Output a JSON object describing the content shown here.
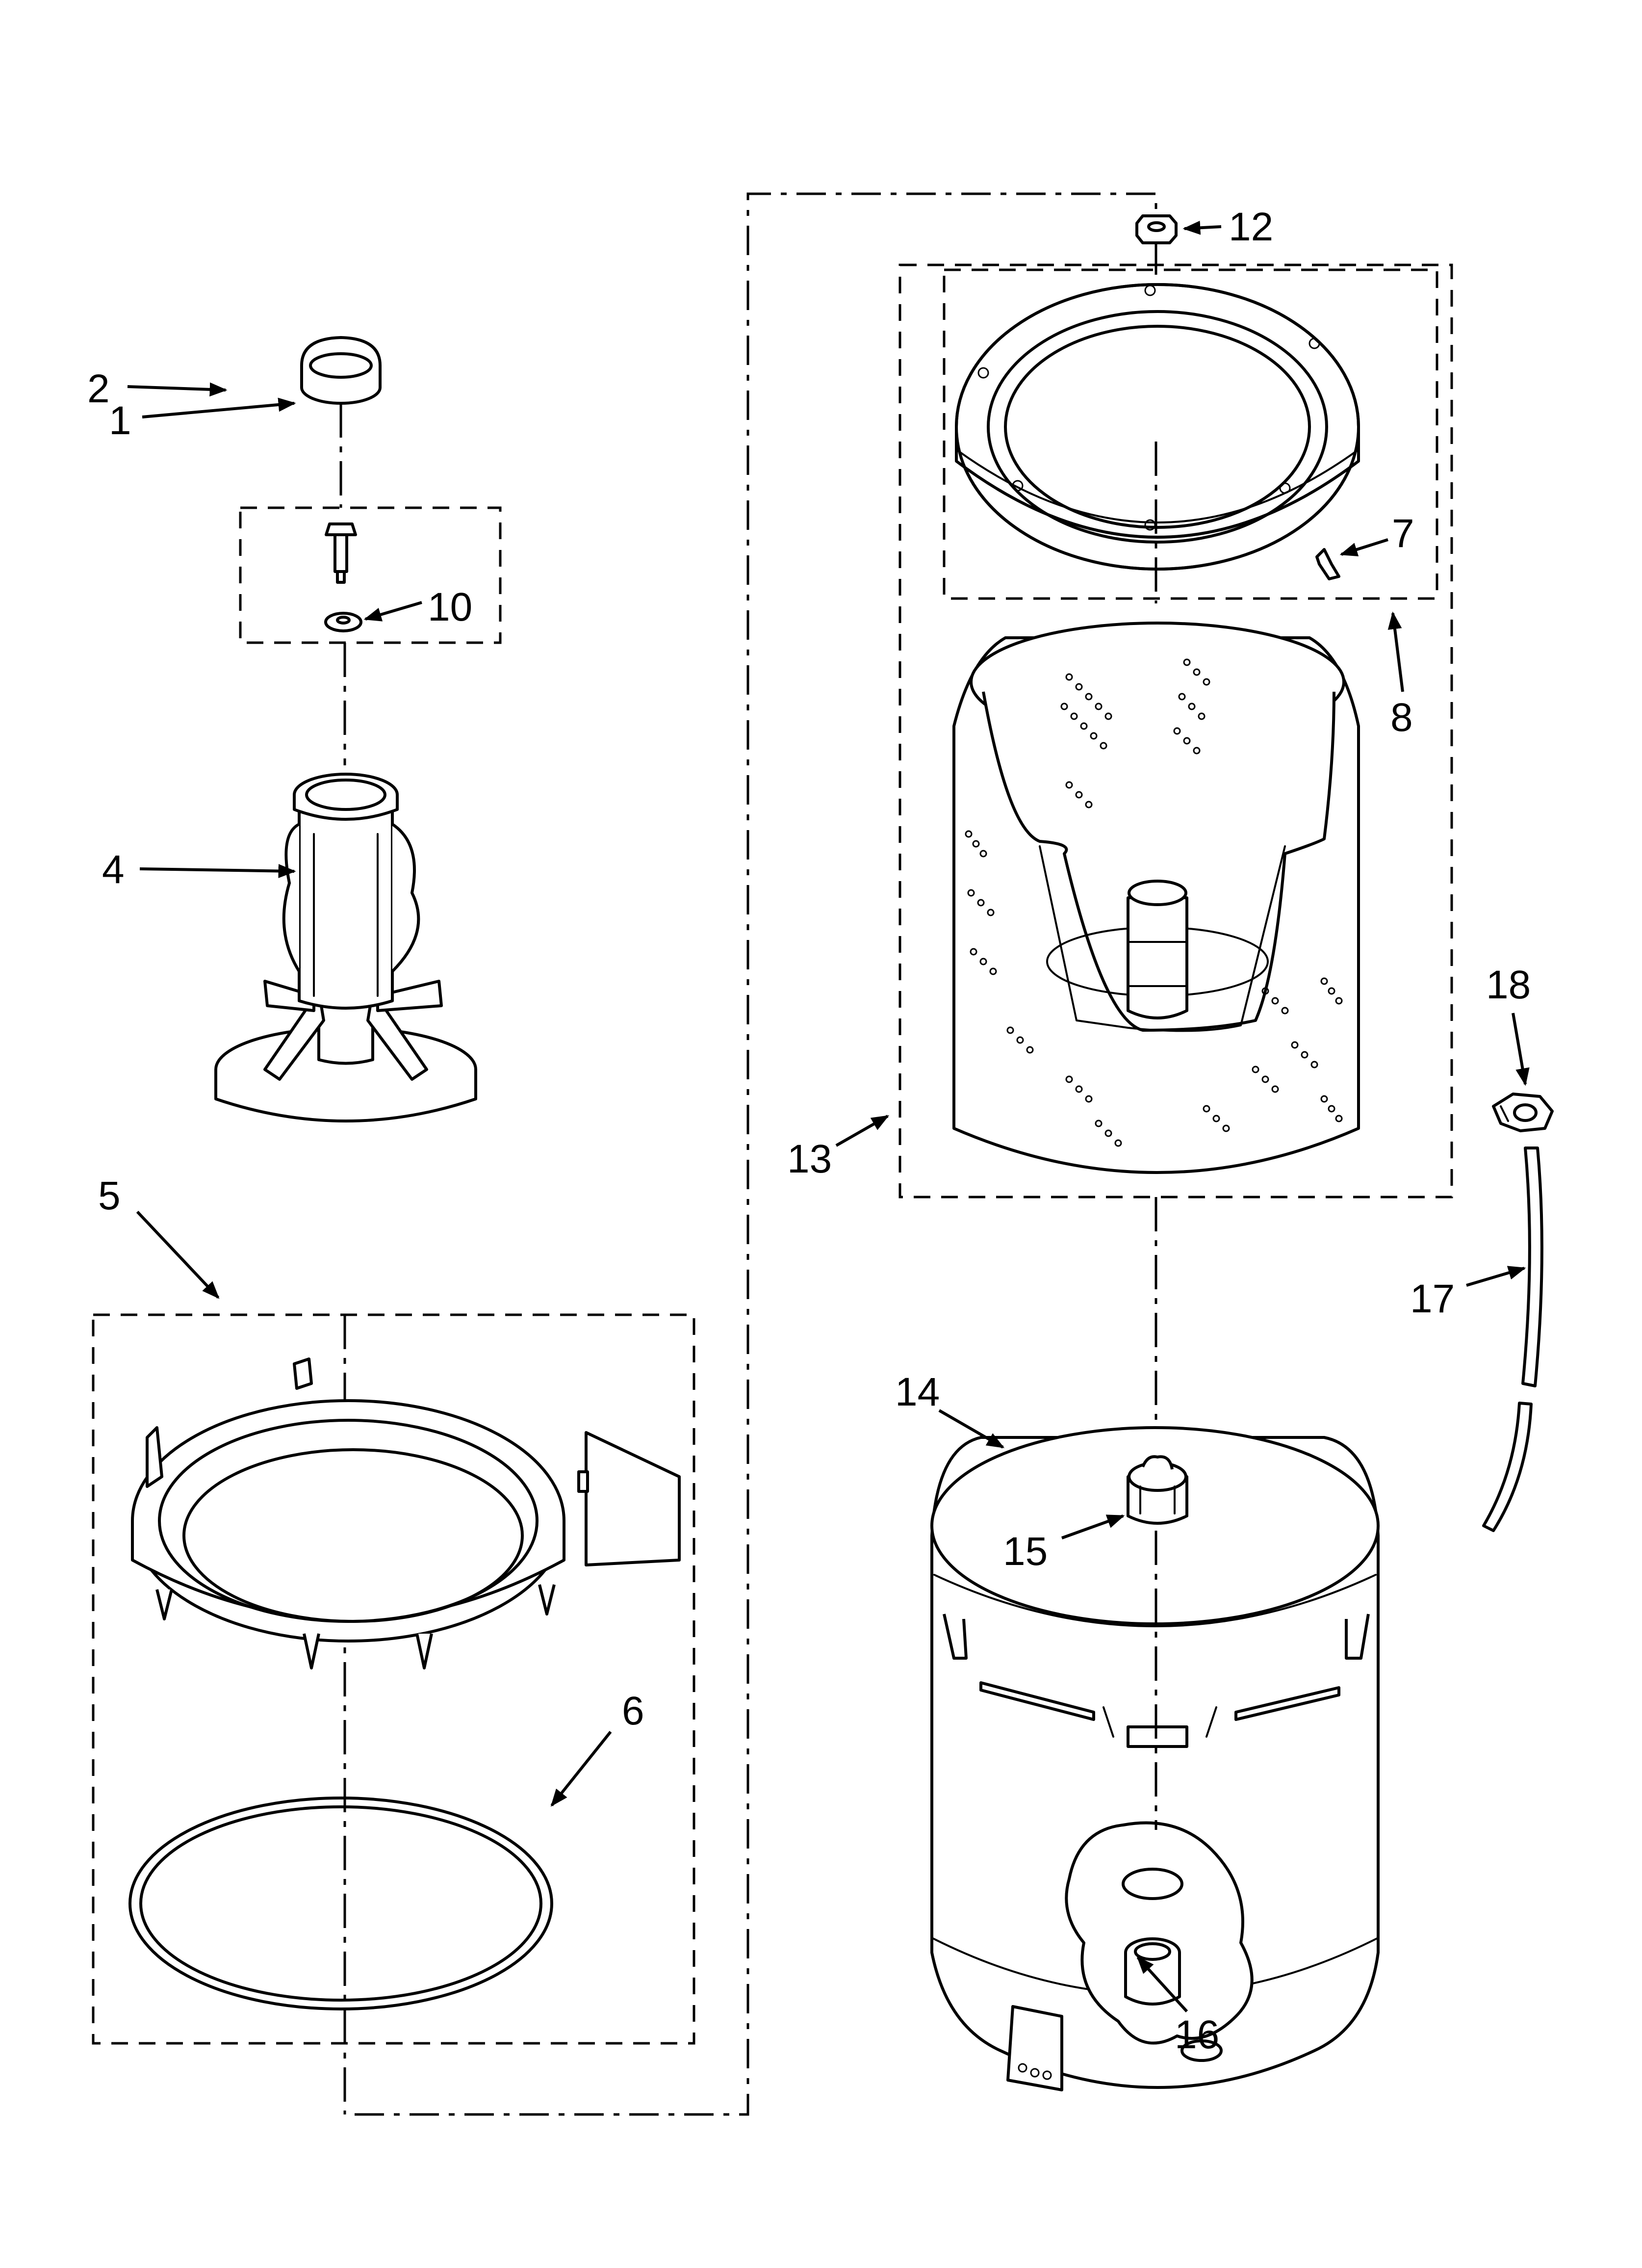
{
  "callouts": {
    "c1": "1",
    "c2": "2",
    "c4": "4",
    "c5": "5",
    "c6": "6",
    "c7": "7",
    "c8": "8",
    "c10": "10",
    "c12": "12",
    "c13": "13",
    "c14": "14",
    "c15": "15",
    "c16": "16",
    "c17": "17",
    "c18": "18"
  }
}
